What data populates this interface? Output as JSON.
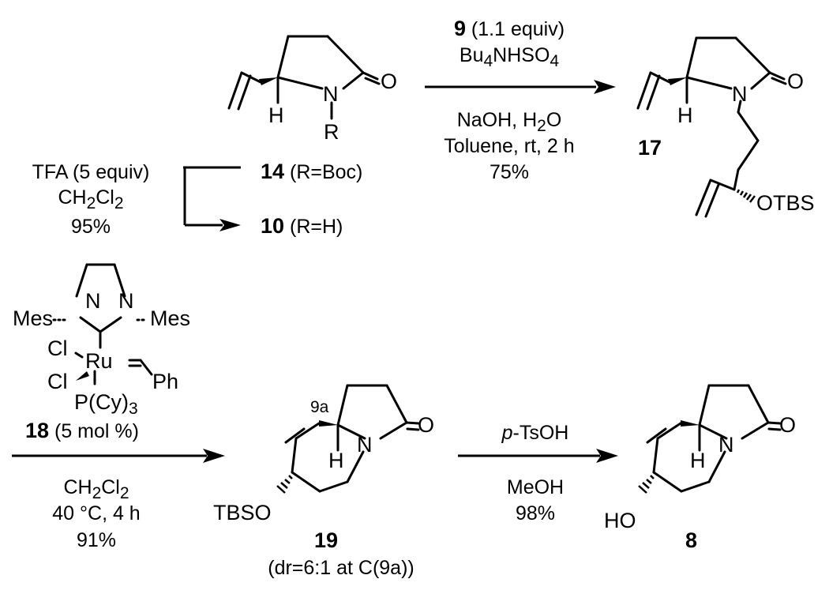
{
  "reaction_1": {
    "reagent_compound": "9",
    "reagent_amount": " (1.1 equiv)",
    "catalyst_a": "Bu",
    "catalyst_sub4": "4",
    "catalyst_b": "NHSO",
    "catalyst_sub4b": "4",
    "base_a": "NaOH, H",
    "base_sub2": "2",
    "base_b": "O",
    "solvent_time": "Toluene, rt, 2 h",
    "yield": "75%"
  },
  "deprotection": {
    "reagent": "TFA (5 equiv)",
    "solvent_a": "CH",
    "solvent_sub2a": "2",
    "solvent_b": "Cl",
    "solvent_sub2b": "2",
    "yield": "95%"
  },
  "compounds": {
    "c14_num": "14",
    "c14_desc": " (R=Boc)",
    "c10_num": "10",
    "c10_desc": " (R=H)",
    "c17_num": "17",
    "c19_num": "19",
    "c19_note": "(dr=6:1 at C(9a))",
    "c8_num": "8",
    "c18_num": "18",
    "c18_amount": " (5 mol %)"
  },
  "reaction_2": {
    "solvent_a": "CH",
    "solvent_sub2a": "2",
    "solvent_b": "Cl",
    "solvent_sub2b": "2",
    "temp_time": "40 °C, 4 h",
    "yield": "91%"
  },
  "reaction_3": {
    "reagent_italic": "p",
    "reagent_rest": "-TsOH",
    "solvent": "MeOH",
    "yield": "98%"
  },
  "atoms": {
    "oxygen": "O",
    "nitrogen": "N",
    "hydrogen": "H",
    "r_group": "R",
    "otbs": "OTBS",
    "tbso": "TBSO",
    "ho": "HO",
    "ru": "Ru",
    "cl": "Cl",
    "ph": "Ph",
    "mes": "Mes",
    "pcy3_a": "P(Cy)",
    "pcy3_sub": "3",
    "label_9a": "9a"
  }
}
